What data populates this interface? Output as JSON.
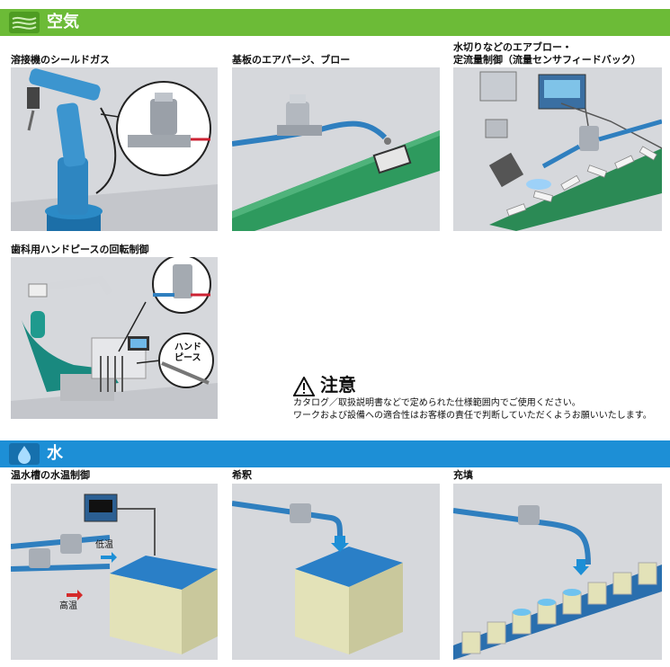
{
  "sections": {
    "air": {
      "title": "空気",
      "color": "#6cbb37"
    },
    "water": {
      "title": "水",
      "color": "#1d8fd6"
    }
  },
  "panels": {
    "welding": {
      "caption": "溶接機のシールドガス"
    },
    "substrate": {
      "caption": "基板のエアパージ、ブロー"
    },
    "blow": {
      "caption_line1": "水切りなどのエアブロー・",
      "caption_line2": "定流量制御（流量センサフィードバック）"
    },
    "dental": {
      "caption": "歯科用ハンドピースの回転制御",
      "callout_line1": "ハンド",
      "callout_line2": "ピース"
    },
    "hotwater": {
      "caption": "温水槽の水温制御",
      "label_low": "低温",
      "label_high": "高温"
    },
    "dilution": {
      "caption": "希釈"
    },
    "filling": {
      "caption": "充填"
    }
  },
  "caution": {
    "heading": "注意",
    "line1": "カタログ／取扱説明書などで定められた仕様範囲内でご使用ください。",
    "line2": "ワークおよび設備への適合性はお客様の責任で判断していただくようお願いいたします。"
  }
}
